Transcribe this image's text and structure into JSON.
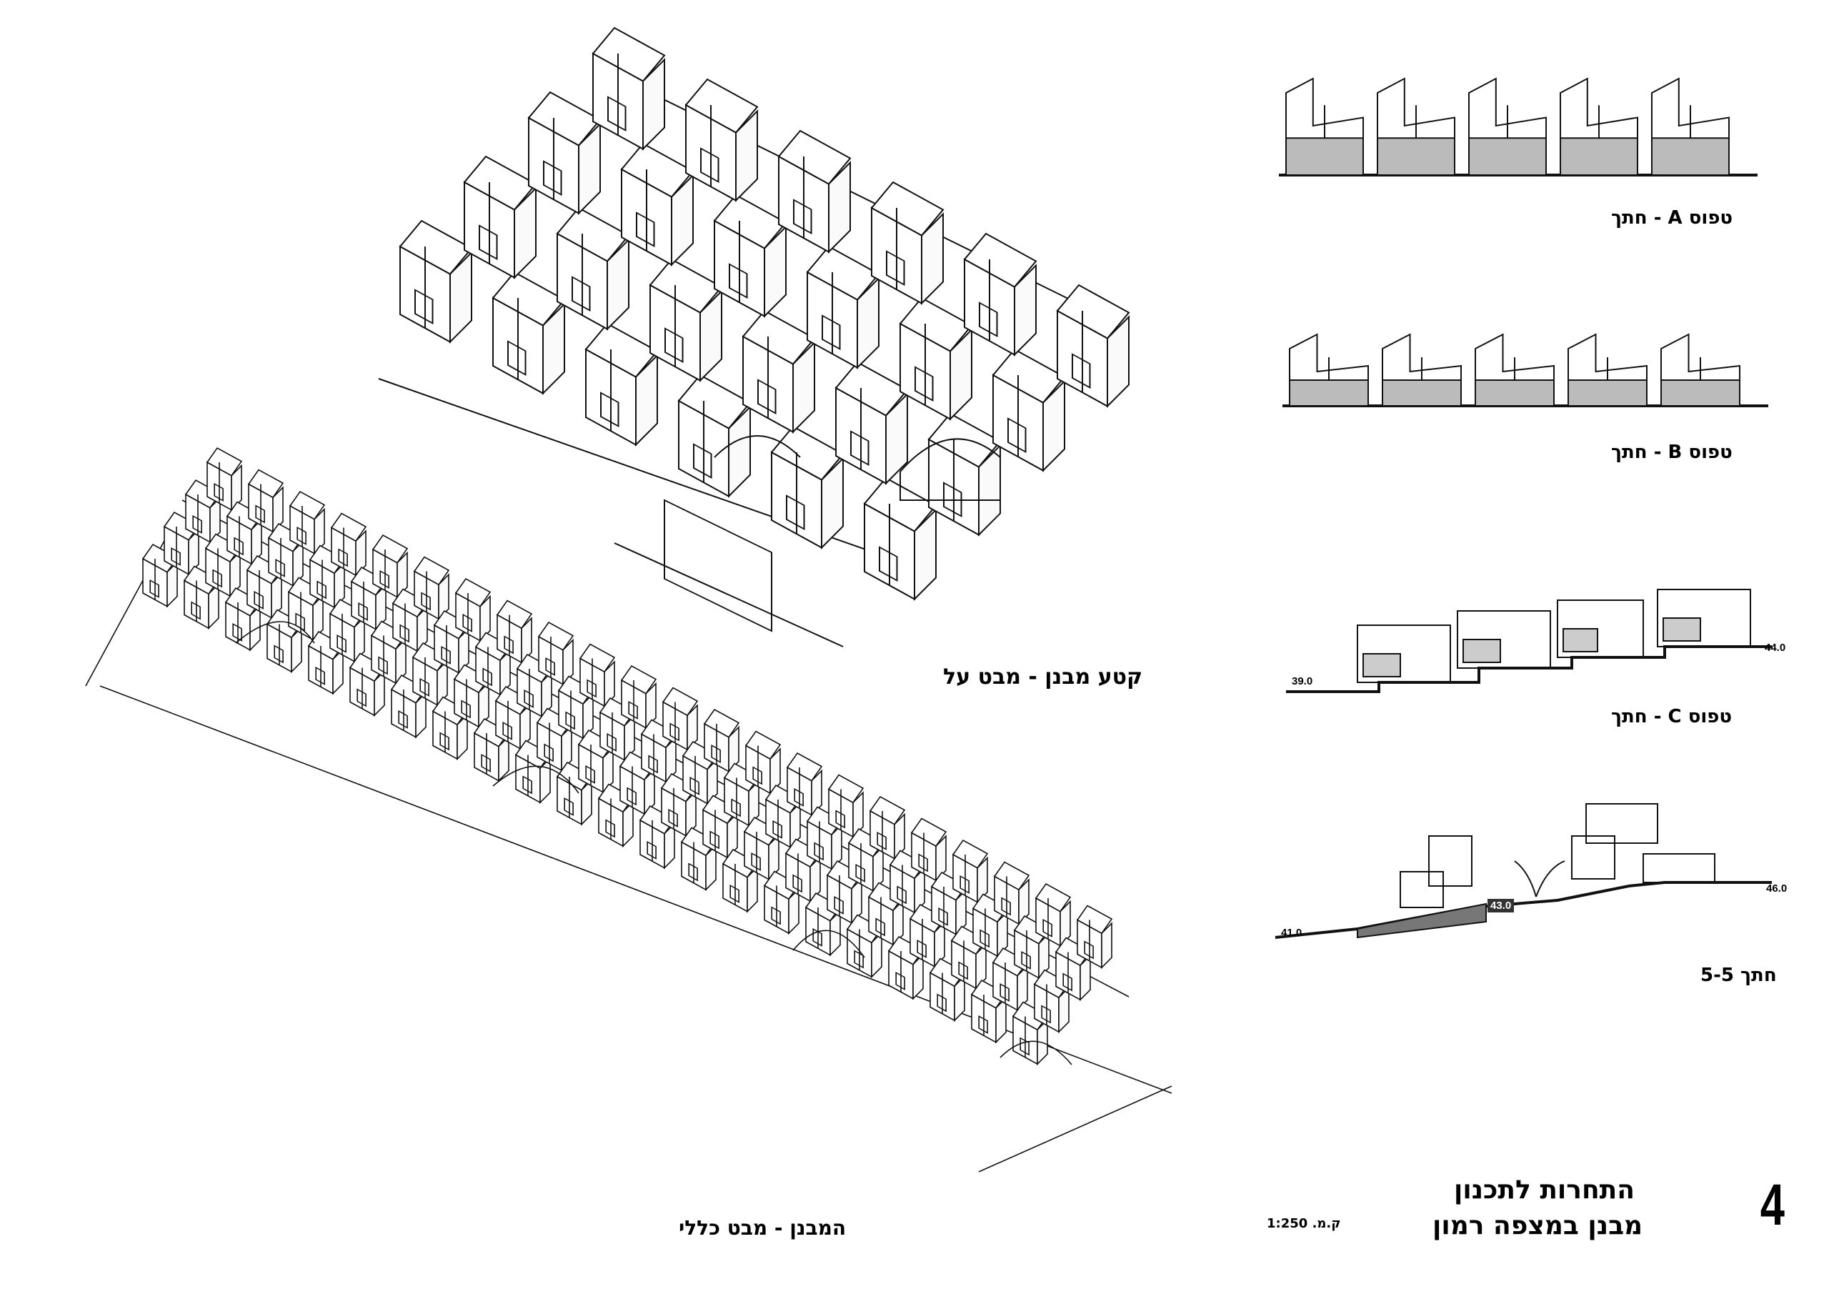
{
  "sheet": {
    "number": "4",
    "title_line1": "התחרות לתכנון",
    "title_line2": "מבנן במצפה רמון",
    "scale_label": "ק.מ. 1:250"
  },
  "drawings": {
    "iso_detail_caption": "קטע מבנן - מבט על",
    "iso_overall_caption": "המבנן - מבט כללי"
  },
  "sections": [
    {
      "caption": "טפוס A - חתך",
      "levels": []
    },
    {
      "caption": "טפוס B - חתך",
      "levels": []
    },
    {
      "caption": "טפוס C - חתך",
      "levels": [
        "39.0",
        "44.0"
      ]
    },
    {
      "caption": "חתך 5-5",
      "levels": [
        "41.0",
        "43.0",
        "46.0"
      ]
    }
  ]
}
